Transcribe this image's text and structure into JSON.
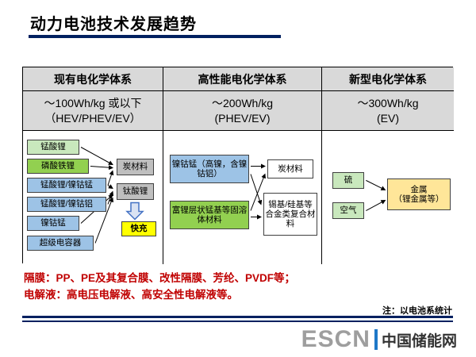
{
  "title": "动力电池技术发展趋势",
  "table": {
    "columns": [
      {
        "header": "现有电化学体系",
        "capacity": "～100Wh/kg 或以下",
        "apps": "（HEV/PHEV/EV）"
      },
      {
        "header": "高性能电化学体系",
        "capacity": "～200Wh/kg",
        "apps": "(PHEV/EV)"
      },
      {
        "header": "新型电化学体系",
        "capacity": "～300Wh/kg",
        "apps": "(EV)"
      }
    ]
  },
  "diagram": {
    "current": {
      "cathodes": [
        "锰酸锂",
        "磷酸铁锂",
        "锰酸锂/镍钴锰",
        "锰酸锂/镍钴铝",
        "镍钴锰",
        "超级电容器"
      ],
      "anode_carbon": "炭材料",
      "anode_lto": "钛酸锂",
      "fast_charge": "快充"
    },
    "high_performance": {
      "cathode_ncm": "镍钴锰（高镍，含镍钴铝）",
      "anode_carbon": "炭材料",
      "cathode_lirich": "富锂层状锰基等固溶体材料",
      "anode_alloy": "锡基/硅基等合金类复合材料"
    },
    "new_type": {
      "sulfur": "硫",
      "air": "空气",
      "metal_line1": "金属",
      "metal_line2": "（锂金属等）"
    }
  },
  "footer": {
    "separator_line": "隔膜：PP、PE及其复合膜、改性隔膜、芳纶、PVDF等；",
    "electrolyte_line": "电解液：高电压电解液、高安全性电解液等。",
    "note": "注：以电池系统计"
  },
  "logo": {
    "escn": "ESCN",
    "site": "中国储能网"
  },
  "colors": {
    "accent_navy": "#002060",
    "red_text": "#c00000",
    "header_gray": "#d9d9d9",
    "green_light": "#c9e8bd",
    "green_medium": "#92d050",
    "blue_box": "#9dc3e6",
    "gray_box": "#bfbfbf",
    "yellow_highlight": "#ffff00",
    "tan_box": "#ffe699",
    "blue_arrow": "#4472c4"
  }
}
